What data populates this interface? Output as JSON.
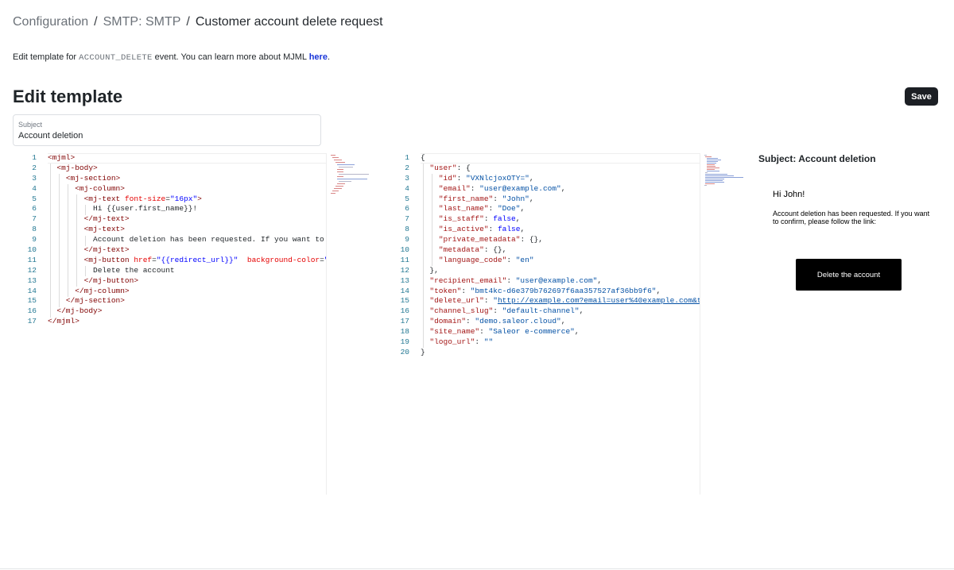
{
  "breadcrumb": {
    "items": [
      "Configuration",
      "SMTP: SMTP"
    ],
    "separator": "/",
    "current": "Customer account delete request"
  },
  "intro": {
    "prefix": "Edit template for",
    "event_code": "ACCOUNT_DELETE",
    "middle": "event. You can learn more about MJML",
    "link_text": "here",
    "suffix": "."
  },
  "page_title": "Edit template",
  "save_label": "Save",
  "subject": {
    "label": "Subject",
    "value": "Account deletion"
  },
  "template_editor": {
    "line_numbers": [
      "1",
      "2",
      "3",
      "4",
      "5",
      "6",
      "7",
      "8",
      "9",
      "10",
      "11",
      "12",
      "13",
      "14",
      "15",
      "16",
      "17"
    ]
  },
  "payload_editor": {
    "line_numbers": [
      "1",
      "2",
      "3",
      "4",
      "5",
      "6",
      "7",
      "8",
      "9",
      "10",
      "11",
      "12",
      "13",
      "14",
      "15",
      "16",
      "17",
      "18",
      "19",
      "20"
    ]
  },
  "preview": {
    "subject_line": "Subject: Account deletion",
    "greeting": "Hi John!",
    "message": "Account deletion has been requested. If you want to confirm, please follow the link:",
    "button_label": "Delete the account"
  },
  "colors": {
    "accent_link": "#1a36d9",
    "save_button": "#1c1f24",
    "line_number": "#237893",
    "xml_tag": "#800000",
    "xml_attr": "#e50000",
    "xml_value": "#0000ff",
    "json_key": "#a31515",
    "json_string": "#0451a5"
  }
}
